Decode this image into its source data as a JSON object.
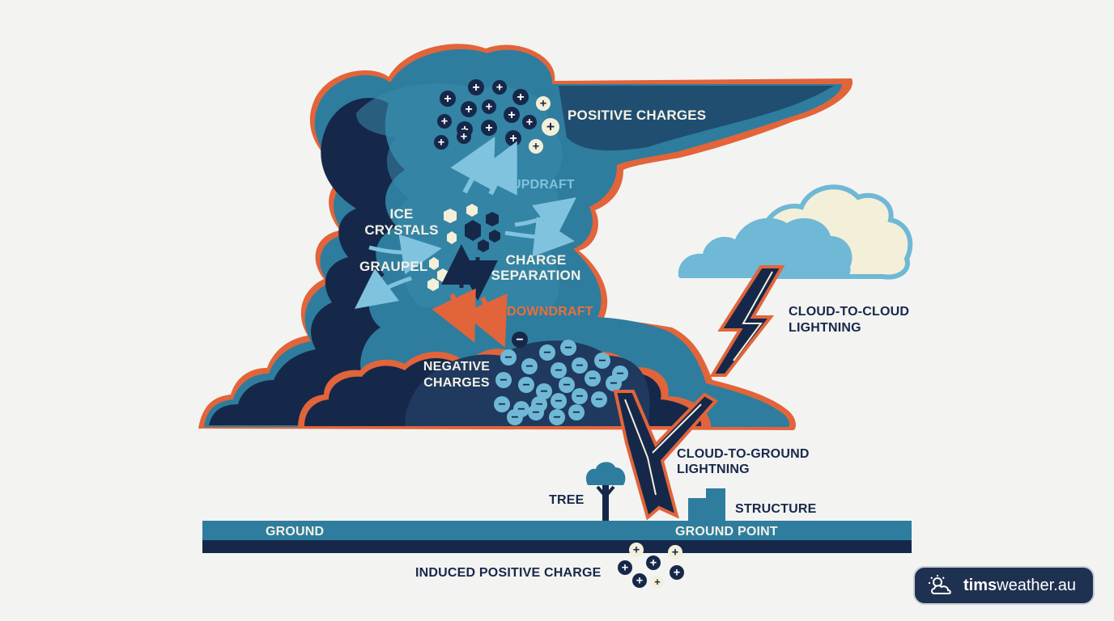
{
  "labels": {
    "positive_charges": "POSITIVE CHARGES",
    "updraft": "UPDRAFT",
    "ice_crystals_1": "ICE",
    "ice_crystals_2": "CRYSTALS",
    "graupel": "GRAUPEL",
    "charge_separation_1": "CHARGE",
    "charge_separation_2": "SEPARATION",
    "downdraft": "DOWNDRAFT",
    "negative_charges_1": "NEGATIVE",
    "negative_charges_2": "CHARGES",
    "cloud_to_cloud_1": "CLOUD-TO-CLOUD",
    "cloud_to_cloud_2": "LIGHTNING",
    "cloud_to_ground_1": "CLOUD-TO-GROUND",
    "cloud_to_ground_2": "LIGHTNING",
    "tree": "TREE",
    "structure": "STRUCTURE",
    "ground": "GROUND",
    "ground_point": "GROUND POINT",
    "induced_positive_charge": "INDUCED POSITIVE CHARGE"
  },
  "symbols": {
    "plus": "+",
    "minus": "−"
  },
  "brand": {
    "name_bold": "tims",
    "name_rest": "weather.au",
    "icon": "cloud-sun-icon"
  },
  "colors": {
    "storm_teal": "#2e7d9e",
    "storm_navy": "#16284a",
    "outline_orange": "#e2643a",
    "light_blue": "#6fb8d6",
    "cream": "#f4efd8",
    "badge_bg": "#1f3150"
  }
}
